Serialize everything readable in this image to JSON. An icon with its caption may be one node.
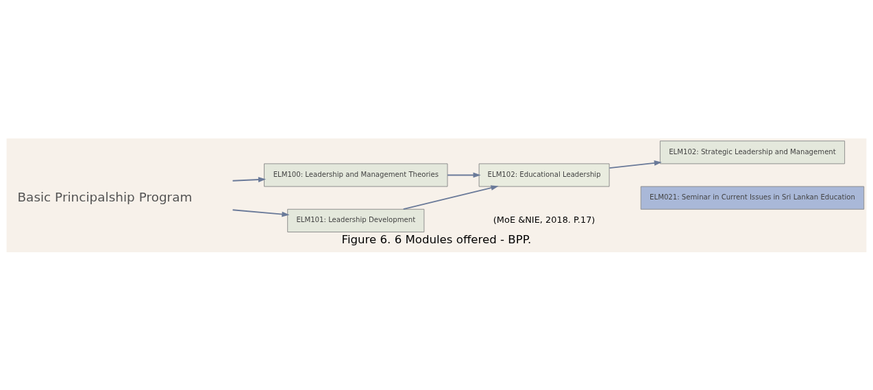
{
  "diagram": {
    "caption": "Figure 6. 6 Modules offered - BPP.",
    "nodes": [
      {
        "text": [
          "ELM100: Leadership and Management Theories"
        ]
      },
      {
        "text": [
          "ELM101: Leadership Development"
        ]
      },
      {
        "text": [
          "ELM102: Educational Leadership"
        ]
      },
      {
        "text": [
          "ELM102: Strategic Leadership and Management"
        ]
      },
      {
        "text": [
          "ELM021: Seminar in Current Issues in Sri Lankan Education"
        ]
      }
    ],
    "edges": [
      {
        "from": null,
        "to": 0,
        "arrow": "to"
      },
      {
        "from": null,
        "to": 1,
        "arrow": "to"
      },
      {
        "from": 0,
        "to": 2,
        "arrow": "to"
      },
      {
        "from": 1,
        "to": 2,
        "arrow": "to"
      },
      {
        "from": 2,
        "to": 3,
        "arrow": "to"
      }
    ],
    "labels": [
      "Basic Principalship Program",
      "(MoE &NIE, 2018. P.17)"
    ]
  }
}
